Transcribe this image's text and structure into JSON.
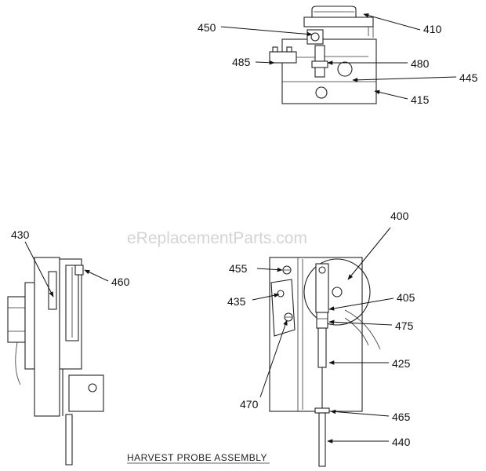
{
  "watermark": "eReplacementParts.com",
  "title": "HARVEST PROBE ASSEMBLY",
  "labels": {
    "p400": "400",
    "p405": "405",
    "p410": "410",
    "p415": "415",
    "p425": "425",
    "p430": "430",
    "p435": "435",
    "p440": "440",
    "p445": "445",
    "p450": "450",
    "p455": "455",
    "p460": "460",
    "p465": "465",
    "p470": "470",
    "p475": "475",
    "p480": "480",
    "p485": "485"
  },
  "colors": {
    "line": "#222222",
    "background": "#ffffff",
    "watermark": "#d4d4d4"
  }
}
